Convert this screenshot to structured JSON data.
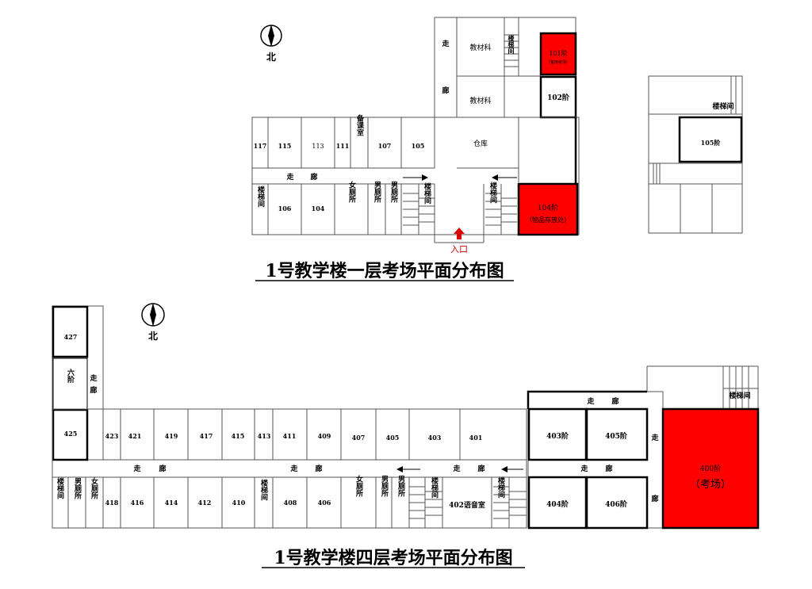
{
  "colors": {
    "exam_room": "#ff0000",
    "wall": "#000000",
    "thin_line": "#555555",
    "entrance": "#cc0000"
  },
  "north_label": "北",
  "floor1": {
    "title": "1号教学楼一层考场平面分布图",
    "corridor_v1": "走",
    "corridor_v2": "廊",
    "corridor_h1": "走",
    "corridor_h2": "廊",
    "entrance": "入口",
    "rooms": {
      "teaching_material_1": "教材科",
      "teaching_material_2": "教材科",
      "storage": "仓库",
      "stair_top": "楼梯间",
      "r101": "101阶",
      "r101_note": "（备用考场）",
      "r102": "102阶",
      "r104": "104阶",
      "r104_note": "（物品存放处）",
      "r117": "117",
      "r115": "115",
      "r113": "113",
      "r111": "111",
      "prep_room": "备课室",
      "r107": "107",
      "r105": "105",
      "stair_left": "楼梯间",
      "r106": "106",
      "r104_plain": "104",
      "women_wc": "女厕所",
      "men_wc_1": "男厕所",
      "men_wc_2": "男厕所",
      "stair_mid": "楼梯间",
      "stair_right": "楼梯间"
    },
    "annex": {
      "stair": "楼梯间",
      "r105": "105阶"
    }
  },
  "floor4": {
    "title": "1号教学楼四层考场平面分布图",
    "corridor_v1": "走",
    "corridor_v2": "廊",
    "corridor_main_1": "走",
    "corridor_main_2": "廊",
    "corridor_main_3": "走",
    "corridor_main_4": "廊",
    "corridor_main_5": "走",
    "corridor_main_6": "廊",
    "rooms": {
      "r427": "427",
      "six": "六阶",
      "r425": "425",
      "north_row": [
        "423",
        "421",
        "419",
        "417",
        "415",
        "413",
        "411",
        "409",
        "407",
        "405",
        "403",
        "401"
      ],
      "stair_left": "楼梯间",
      "men_wc_left": "男厕所",
      "women_wc_left": "女厕所",
      "r418": "418",
      "r416": "416",
      "r414": "414",
      "r412": "412",
      "r410": "410",
      "stair_mid": "楼梯间",
      "r408": "408",
      "r406": "406",
      "women_wc_mid": "女厕所",
      "men_wc_mid_1": "男厕所",
      "men_wc_mid_2": "男厕所",
      "stair_mid2": "楼梯间",
      "lang_lab": "402语音室",
      "stair_right": "楼梯间"
    },
    "east": {
      "corridor_top_1": "走",
      "corridor_top_2": "廊",
      "corridor_mid_1": "走",
      "corridor_mid_2": "廊",
      "corridor_v1": "走",
      "corridor_v2": "廊",
      "r403": "403阶",
      "r405": "405阶",
      "r404": "404阶",
      "r406": "406阶",
      "stair": "楼梯间",
      "r400": "400阶",
      "r400_note": "（考场）"
    }
  }
}
